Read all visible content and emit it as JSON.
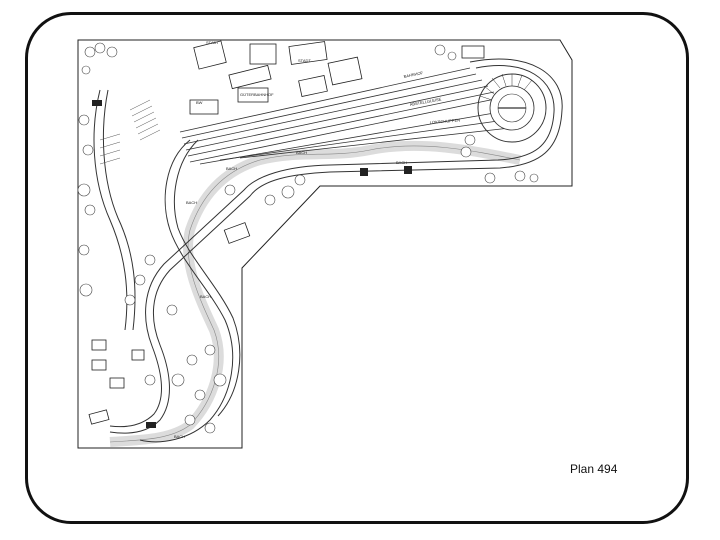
{
  "caption": "Plan 494",
  "colors": {
    "frame": "#111111",
    "track": "#333333",
    "water": "#dcdcdc"
  },
  "icons": [
    "tree-icon",
    "building-icon",
    "turntable-icon",
    "tunnel-portal-icon"
  ],
  "labels": {
    "street_a": "STADT",
    "street_b": "STADT",
    "station": "BAHNHOF",
    "area_a": "GÜTERBAHNHOF",
    "area_b": "BW",
    "area_c": "ABSTELLGLEISE",
    "stream_a": "BACH",
    "stream_b": "BACH",
    "stream_c": "BACH",
    "stream_d": "BACH",
    "stream_e": "BACH",
    "stream_f": "BACH",
    "loco_shed": "LOKSCHUPPEN"
  }
}
